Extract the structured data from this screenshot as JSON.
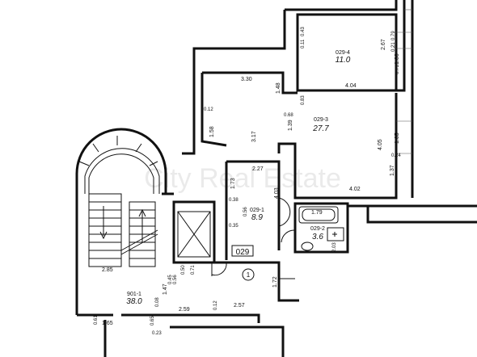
{
  "rooms": [
    {
      "id": "029-4",
      "area": "11.0"
    },
    {
      "id": "029-3",
      "area": "27.7"
    },
    {
      "id": "029-1",
      "area": "8.9"
    },
    {
      "id": "029-2",
      "area": "3.6"
    },
    {
      "id": "901-1",
      "area": "38.0"
    }
  ],
  "apartment_number": "029",
  "marker": "1",
  "watermark": "City Real Estate",
  "dimensions": [
    "0.43",
    "0.11",
    "2.67",
    "0.79",
    "0.21",
    "1.06",
    "0.71",
    "3.30",
    "1.48",
    "4.04",
    "0.83",
    "0.12",
    "0.68",
    "1.39",
    "1.58",
    "3.17",
    "4.05",
    "1.05",
    "0.24",
    "2.27",
    "1.37",
    "4.02",
    "1.73",
    "0.38",
    "4.03",
    "0.56",
    "0.35",
    "1.79",
    "2.03",
    "0.50",
    "0.71",
    "0.45",
    "0.56",
    "1.72",
    "2.85",
    "1.47",
    "0.08",
    "2.59",
    "0.12",
    "2.57",
    "0.61",
    "0.65",
    "1.65",
    "0.23"
  ]
}
